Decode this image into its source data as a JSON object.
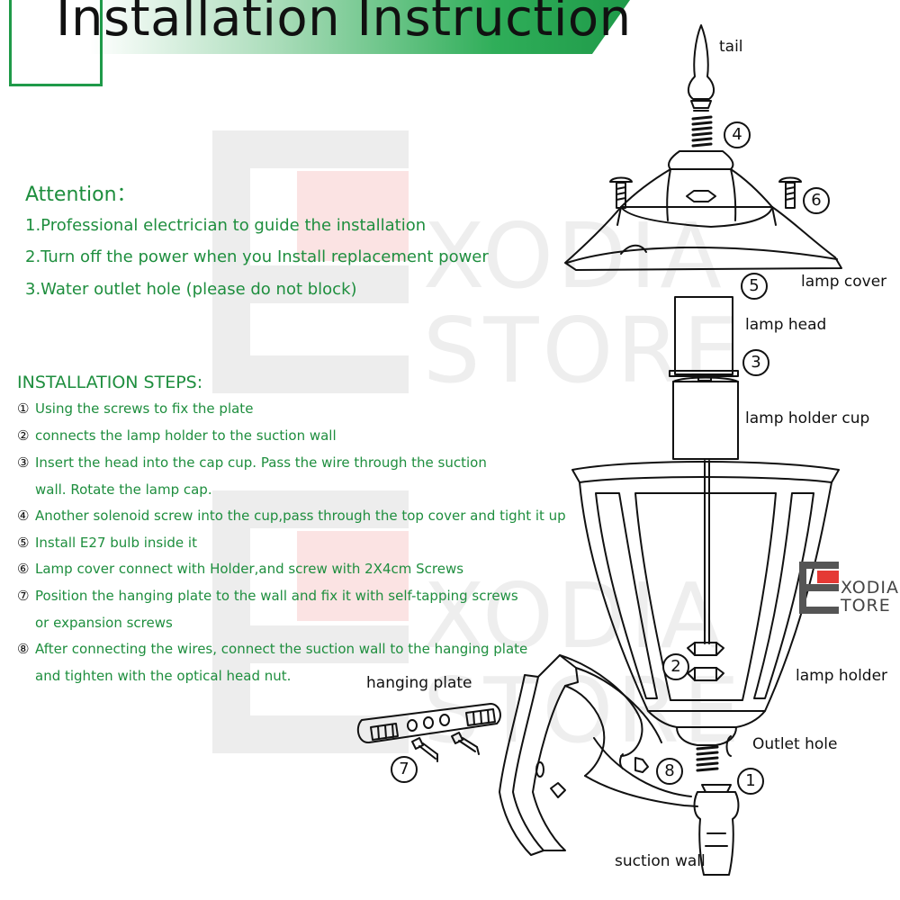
{
  "header": {
    "title": "Installation Instruction"
  },
  "attention": {
    "title": "Attention：",
    "items": [
      "1.Professional electrician to guide the installation",
      "2.Turn off the power when you Install replacement power",
      "3.Water outlet hole (please do not block)"
    ]
  },
  "steps": {
    "title": "INSTALLATION STEPS:",
    "items": [
      {
        "num": "①",
        "lines": [
          "Using the screws to fix the plate"
        ]
      },
      {
        "num": "②",
        "lines": [
          "connects the lamp holder to the suction wall"
        ]
      },
      {
        "num": "③",
        "lines": [
          "Insert the head into the cap cup. Pass the wire through the suction",
          "wall. Rotate the lamp cap."
        ]
      },
      {
        "num": "④",
        "lines": [
          "Another solenoid screw into the cup,pass through the top cover and tight it up"
        ]
      },
      {
        "num": "⑤",
        "lines": [
          "Install E27 bulb inside it"
        ]
      },
      {
        "num": "⑥",
        "lines": [
          "Lamp cover connect with Holder,and screw with 2X4cm Screws"
        ]
      },
      {
        "num": "⑦",
        "lines": [
          "Position the hanging plate to the wall and fix it with self-tapping screws",
          "or expansion screws"
        ]
      },
      {
        "num": "⑧",
        "lines": [
          "After connecting the wires, connect the suction wall to the hanging plate",
          "and tighten with the optical head nut."
        ]
      }
    ]
  },
  "diagram": {
    "labels": {
      "tail": "tail",
      "lamp_cover": "lamp cover",
      "lamp_head": "lamp head",
      "lamp_holder_cup": "lamp holder cup",
      "lamp_holder": "lamp holder",
      "outlet_hole": "Outlet hole",
      "hanging_plate": "hanging plate",
      "suction_wall": "suction wall"
    },
    "callouts": {
      "c1": "1",
      "c2": "2",
      "c3": "3",
      "c4": "4",
      "c5": "5",
      "c6": "6",
      "c7": "7",
      "c8": "8"
    }
  },
  "watermark": {
    "line1": "XODIA",
    "line2": "STORE",
    "colors": {
      "gray": "#ededed",
      "red": "#fbe3e3"
    }
  },
  "logo": {
    "line1": "XODIA",
    "line2": "TORE",
    "colors": {
      "red": "#e53935",
      "gray": "#555555"
    }
  },
  "colors": {
    "accent": "#1e8e3e",
    "header_green": "#2fae59",
    "ink": "#111111"
  }
}
